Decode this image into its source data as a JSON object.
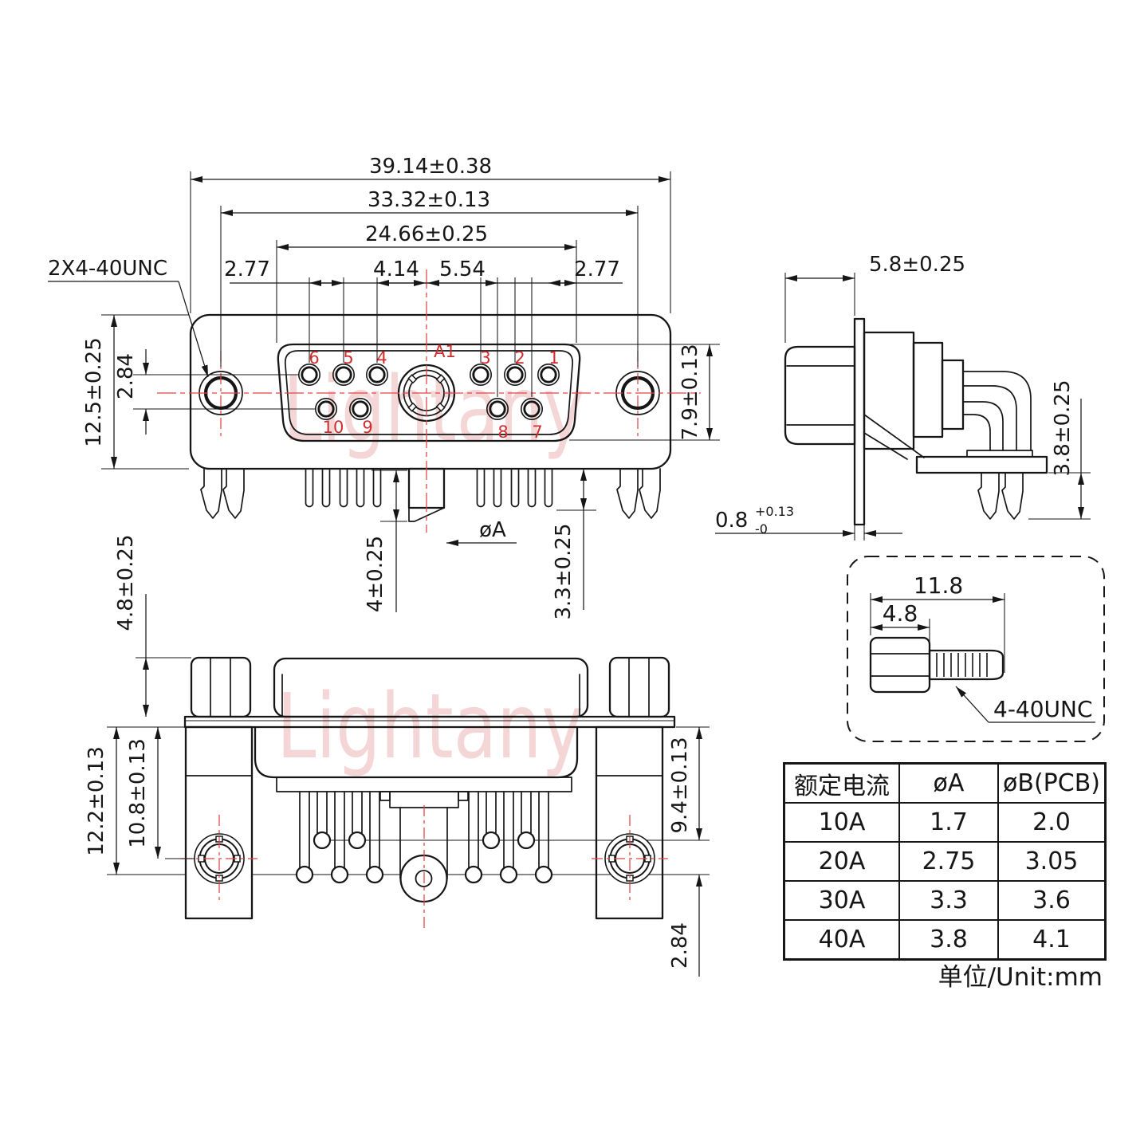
{
  "watermark": {
    "text": "Lightany"
  },
  "front_view": {
    "dim_overall": "39.14±0.38",
    "dim_mount_span": "33.32±0.13",
    "dim_pin_span": "24.66±0.25",
    "dim_pitch_left": "2.77",
    "dim_pitch_mid_left": "4.14",
    "dim_pitch_mid_right": "5.54",
    "dim_pitch_right": "2.77",
    "thread_callout": "2X4-40UNC",
    "dim_shell_height": "12.5±0.25",
    "dim_row_spacing": "2.84",
    "dim_face_height": "7.9±0.13",
    "dim_pin_proj_short": "3.3±0.25",
    "dim_pin_proj_long": "4±0.25",
    "dia_a_label": "øA",
    "pins": {
      "p1": "1",
      "p2": "2",
      "p3": "3",
      "p4": "4",
      "p5": "5",
      "p6": "6",
      "p7": "7",
      "p8": "8",
      "p9": "9",
      "p10": "10",
      "a1": "A1"
    }
  },
  "side_view": {
    "dim_bracket_depth": "5.8±0.25",
    "dim_leg_height": "3.8±0.25",
    "dim_plate_thickness": "0.8",
    "dim_plate_tol_plus": "+0.13",
    "dim_plate_tol_minus": "-0"
  },
  "back_view": {
    "dim_nut_height": "4.8±0.25",
    "dim_flange_to_bottom": "12.2±0.13",
    "dim_flange_to_hole": "10.8±0.13",
    "dim_flange_to_row": "9.4±0.13",
    "dim_row_spacing": "2.84"
  },
  "screw_detail": {
    "dim_total_length": "11.8",
    "dim_head_length": "4.8",
    "thread_label": "4-40UNC"
  },
  "table": {
    "headers": [
      "额定电流",
      "øA",
      "øB(PCB)"
    ],
    "rows": [
      [
        "10A",
        "1.7",
        "2.0"
      ],
      [
        "20A",
        "2.75",
        "3.05"
      ],
      [
        "30A",
        "3.3",
        "3.6"
      ],
      [
        "40A",
        "3.8",
        "4.1"
      ]
    ],
    "unit": "单位/Unit:mm"
  }
}
